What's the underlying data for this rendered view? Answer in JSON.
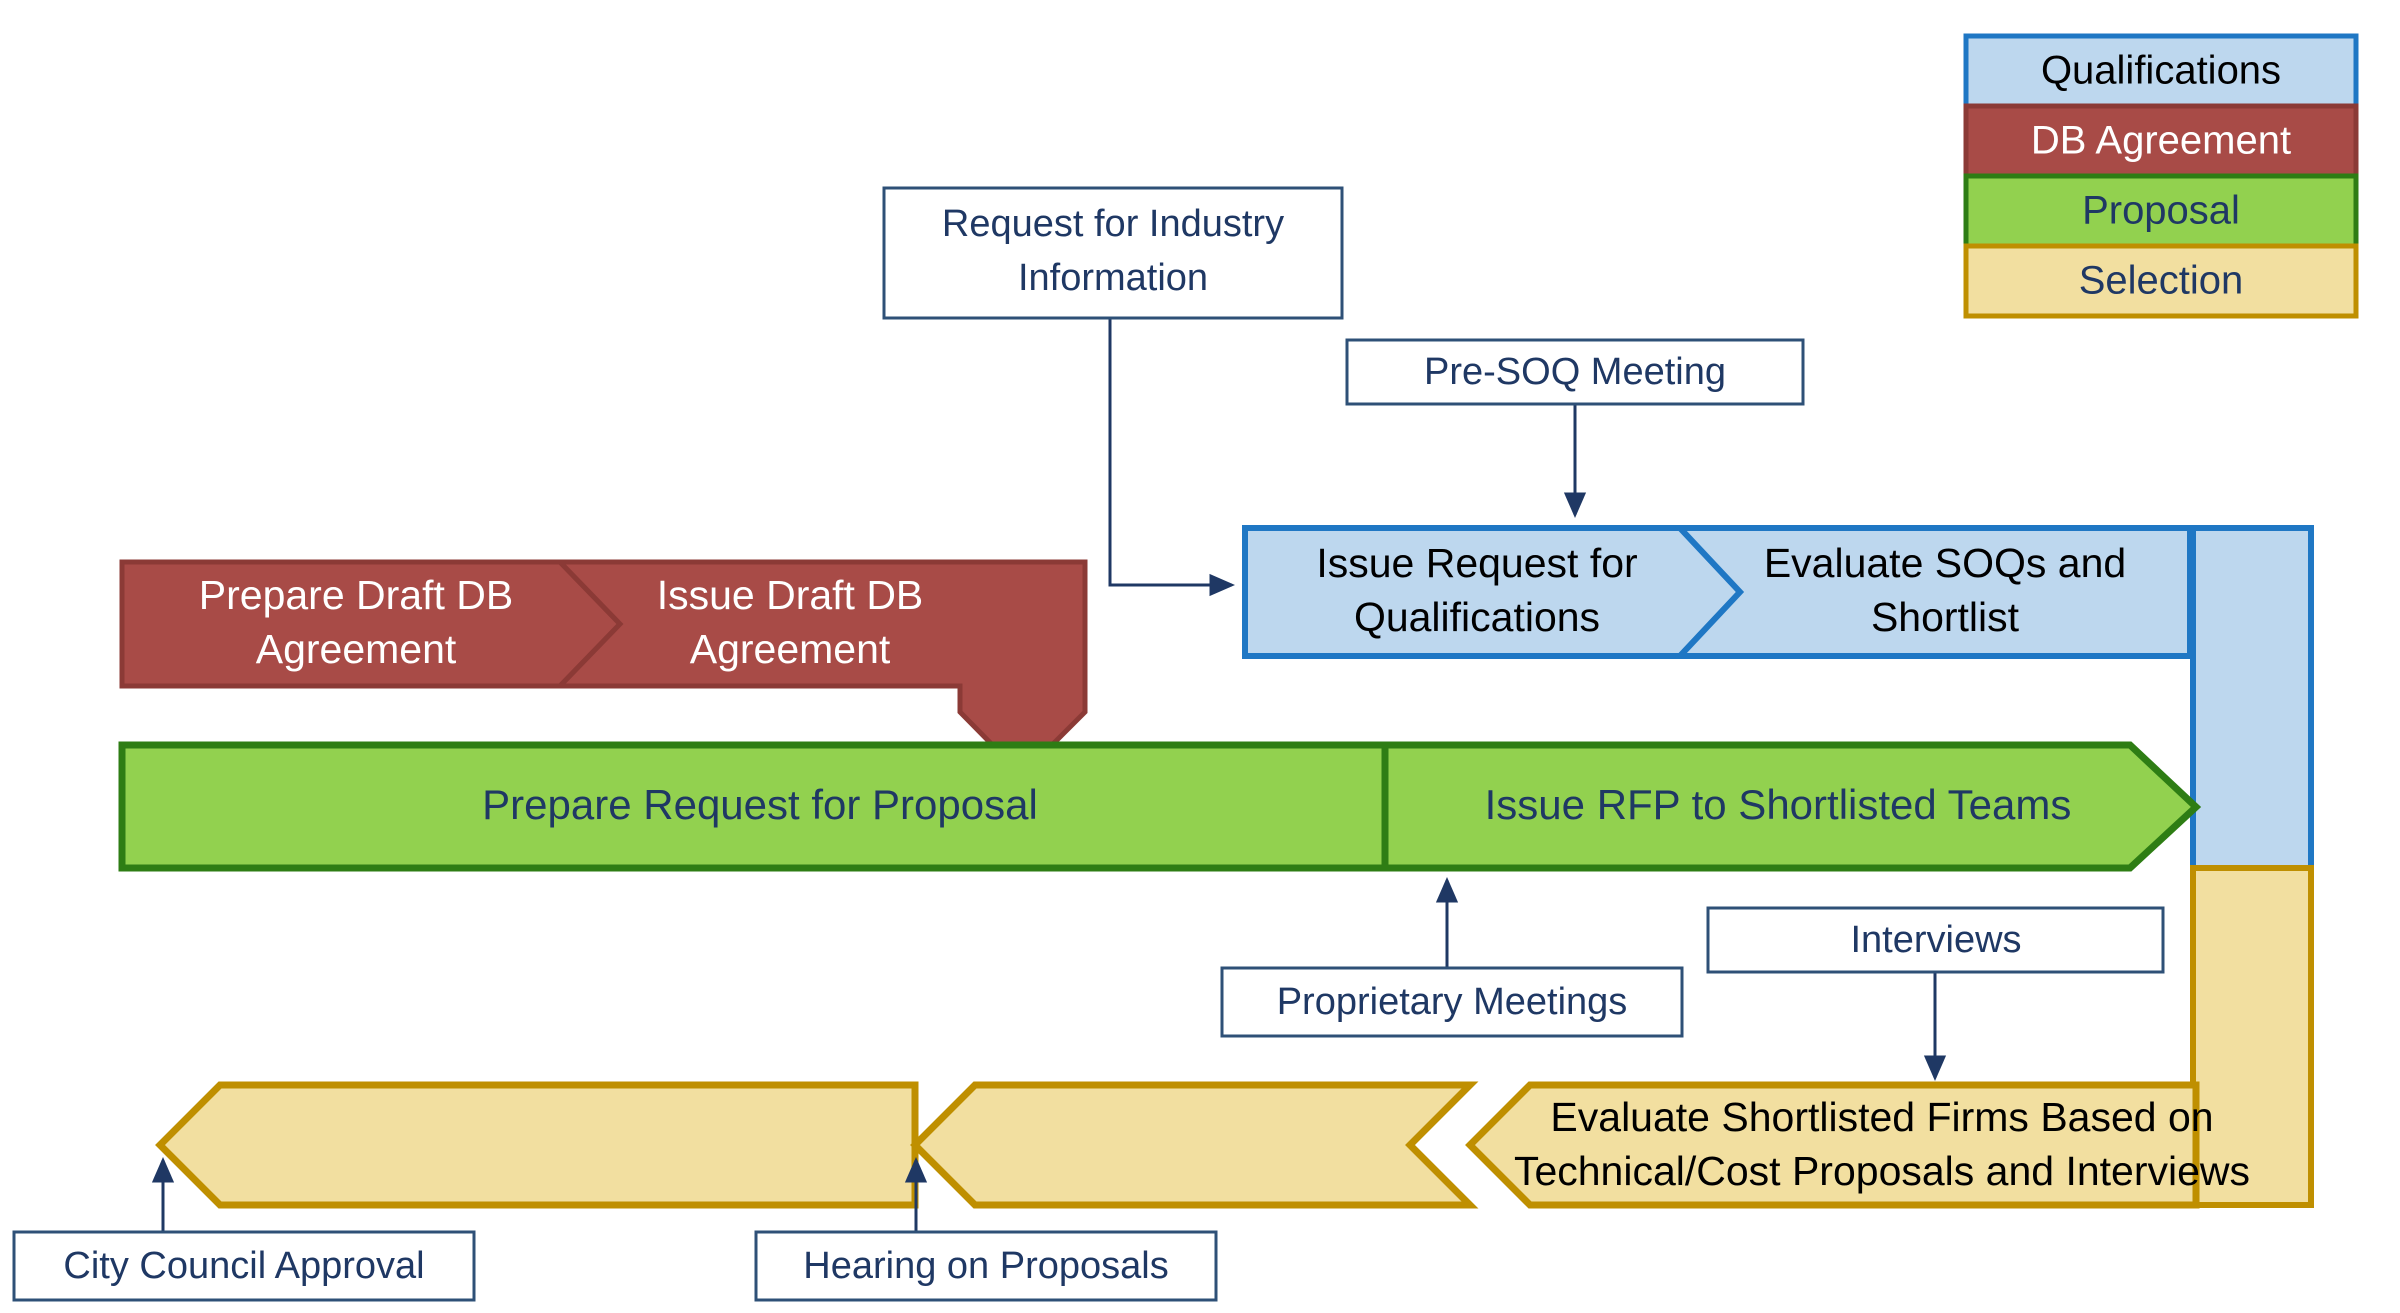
{
  "diagram": {
    "title": "Design-Build Procurement Process Flowchart",
    "background": "#ffffff"
  },
  "palette": {
    "qualifications_fill": "#BDD7EE",
    "qualifications_stroke": "#1F77C4",
    "db_agreement_fill": "#A84B47",
    "db_agreement_stroke": "#8B3A36",
    "proposal_fill": "#92D14F",
    "proposal_stroke": "#2E7D14",
    "selection_fill": "#F2DFA0",
    "selection_stroke": "#BF8F00",
    "callout_fill": "#FFFFFF",
    "callout_stroke": "#2E5077",
    "connector": "#1F3864",
    "text_navy": "#1F3864",
    "text_white": "#FFFFFF",
    "text_black": "#000000"
  },
  "legend": {
    "name": "process-phase-legend",
    "items": [
      {
        "label": "Qualifications",
        "fill": "#BDD7EE",
        "stroke": "#1F77C4",
        "text_color": "#000000"
      },
      {
        "label": "DB Agreement",
        "fill": "#A84B47",
        "stroke": "#8B3A36",
        "text_color": "#FFFFFF"
      },
      {
        "label": "Proposal",
        "fill": "#92D14F",
        "stroke": "#2E7D14",
        "text_color": "#1F3864"
      },
      {
        "label": "Selection",
        "fill": "#F2DFA0",
        "stroke": "#BF8F00",
        "text_color": "#1F3864"
      }
    ]
  },
  "bands": {
    "db_agreement": {
      "name": "db-agreement-band",
      "steps": [
        {
          "label_line1": "Prepare Draft DB",
          "label_line2": "Agreement"
        },
        {
          "label_line1": "Issue Draft DB",
          "label_line2": "Agreement"
        }
      ]
    },
    "qualifications": {
      "name": "qualifications-band",
      "steps": [
        {
          "label_line1": "Issue Request for",
          "label_line2": "Qualifications"
        },
        {
          "label_line1": "Evaluate SOQs and",
          "label_line2": "Shortlist"
        }
      ]
    },
    "proposal": {
      "name": "proposal-band",
      "steps": [
        {
          "label_line1": "Prepare Request for Proposal",
          "label_line2": ""
        },
        {
          "label_line1": "Issue RFP to Shortlisted Teams",
          "label_line2": ""
        }
      ]
    },
    "selection": {
      "name": "selection-band",
      "steps": [
        {
          "label_line1": "",
          "label_line2": ""
        },
        {
          "label_line1": "",
          "label_line2": ""
        },
        {
          "label_line1": "Evaluate Shortlisted Firms Based on",
          "label_line2": "Technical/Cost Proposals and Interviews"
        }
      ]
    }
  },
  "callouts": [
    {
      "name": "callout-request-for-industry-information",
      "line1": "Request for Industry",
      "line2": "Information"
    },
    {
      "name": "callout-pre-soq-meeting",
      "line1": "Pre-SOQ Meeting",
      "line2": ""
    },
    {
      "name": "callout-proprietary-meetings",
      "line1": "Proprietary Meetings",
      "line2": ""
    },
    {
      "name": "callout-interviews",
      "line1": "Interviews",
      "line2": ""
    },
    {
      "name": "callout-city-council-approval",
      "line1": "City Council Approval",
      "line2": ""
    },
    {
      "name": "callout-hearing-on-proposals",
      "line1": "Hearing on Proposals",
      "line2": ""
    }
  ]
}
